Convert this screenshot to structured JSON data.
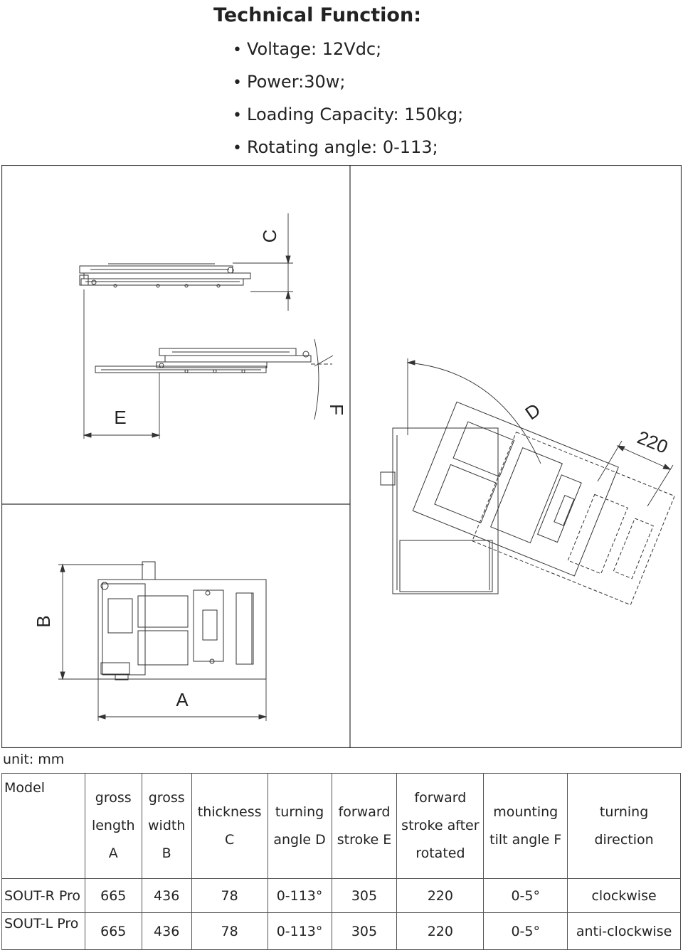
{
  "header": {
    "title": "Technical Function:",
    "specs": [
      "Voltage: 12Vdc;",
      "Power:30w;",
      "Loading Capacity: 150kg;",
      "Rotating angle: 0-113;"
    ]
  },
  "drawing": {
    "labels": {
      "A": "A",
      "B": "B",
      "C": "C",
      "D": "D",
      "E": "E",
      "F": "F",
      "dim220": "220"
    }
  },
  "unit_note": "unit: mm",
  "table": {
    "headers": [
      [
        "Model"
      ],
      [
        "gross",
        "length",
        "A"
      ],
      [
        "gross",
        "width",
        "B"
      ],
      [
        "thickness",
        "C"
      ],
      [
        "turning",
        "angle D"
      ],
      [
        "forward",
        "stroke E"
      ],
      [
        "forward",
        "stroke after",
        "rotated"
      ],
      [
        "mounting",
        "tilt angle F"
      ],
      [
        "turning",
        "direction"
      ]
    ],
    "rows": [
      [
        "SOUT-R Pro",
        "665",
        "436",
        "78",
        "0-113°",
        "305",
        "220",
        "0-5°",
        "clockwise"
      ],
      [
        "SOUT-L Pro",
        "665",
        "436",
        "78",
        "0-113°",
        "305",
        "220",
        "0-5°",
        "anti-clockwise"
      ]
    ]
  }
}
